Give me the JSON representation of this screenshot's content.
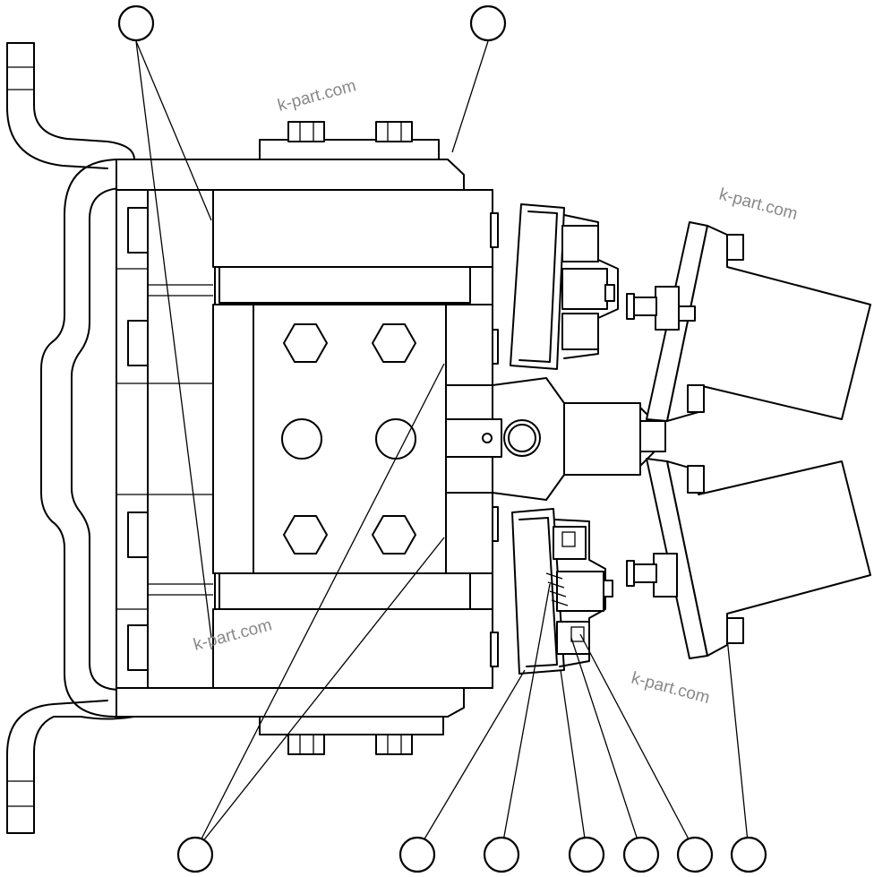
{
  "watermarks": [
    {
      "text": "k-part.com"
    },
    {
      "text": "k-part.com"
    },
    {
      "text": "k-part.com"
    },
    {
      "text": "k-part.com"
    }
  ],
  "callouts": [
    {
      "label": ""
    },
    {
      "label": ""
    },
    {
      "label": ""
    },
    {
      "label": ""
    },
    {
      "label": ""
    },
    {
      "label": ""
    },
    {
      "label": ""
    },
    {
      "label": ""
    }
  ]
}
